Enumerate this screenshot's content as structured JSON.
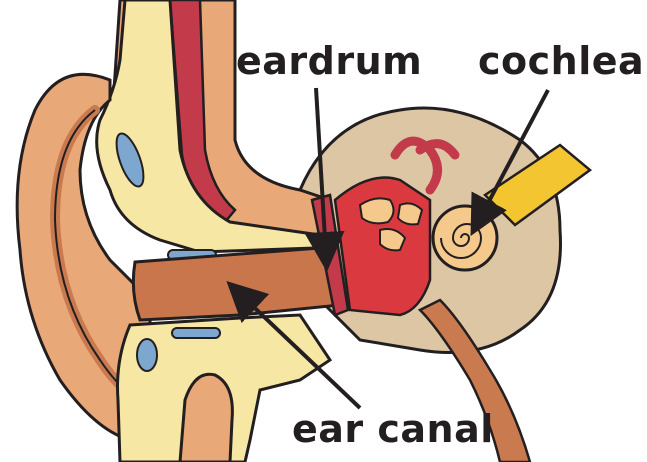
{
  "labels": {
    "eardrum": "eardrum",
    "cochlea": "cochlea",
    "ear_canal": "ear canal"
  },
  "colors": {
    "outline": "#231f20",
    "skin": "#e9a878",
    "skin_dark": "#c97a4e",
    "cartilage": "#f6e7a4",
    "bone_tissue": "#dcc6a4",
    "canal": "#c9764d",
    "middle_ear": "#d9393f",
    "cochlea": "#f4c98b",
    "vessel": "#c33a4a",
    "blue": "#7ea7cf",
    "nerve": "#f2c531"
  },
  "icons": [
    "eardrum-arrow",
    "cochlea-arrow",
    "ear-canal-arrow"
  ]
}
